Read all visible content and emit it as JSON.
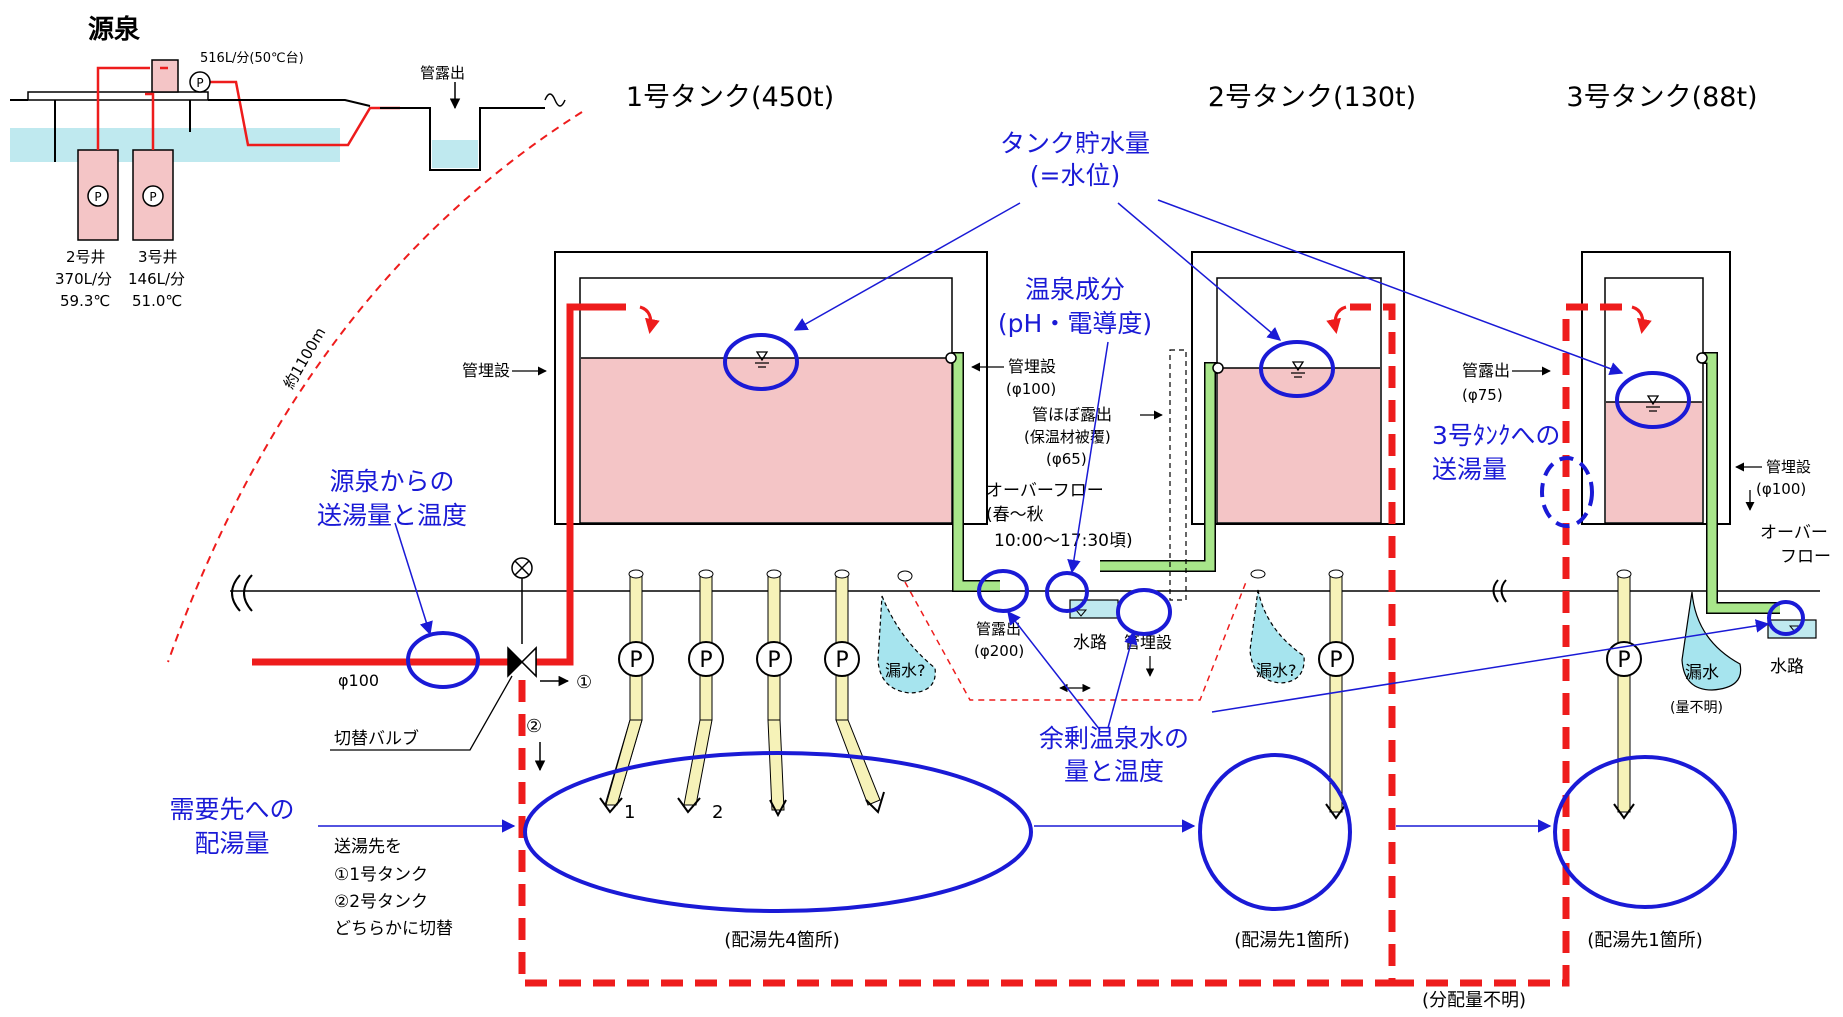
{
  "colors": {
    "hot_pipe": "#ee1c1c",
    "tank_water": "#f4c5c6",
    "insulated_pipe": "#a8e68a",
    "outflow_pipe": "#f6f2b8",
    "leak": "#a6e4ee",
    "river": "#bfe9ef",
    "annotation": "#1a1ad6"
  },
  "source": {
    "title": "源泉",
    "pump_flow": "516L/分(50℃台)",
    "exposed_pipe": "管露出",
    "well2_name": "2号井",
    "well2_flow": "370L/分",
    "well2_temp": "59.3℃",
    "well3_name": "3号井",
    "well3_flow": "146L/分",
    "well3_temp": "51.0℃",
    "distance": "約1100m"
  },
  "tanks": {
    "tank1": "1号タンク(450t)",
    "tank2": "2号タンク(130t)",
    "tank3": "3号タンク(88t)"
  },
  "pipe_labels": {
    "buried_left": "管埋設",
    "buried_100": "管埋設",
    "buried_100_dia": "(φ100)",
    "mostly_exposed": "管ほぼ露出",
    "insulated": "(保温材被覆)",
    "dia_65": "(φ65)",
    "exposed_75": "管露出",
    "dia_75": "(φ75)",
    "buried_right": "管埋設",
    "buried_right_dia": "(φ100)",
    "exposed_200": "管露出",
    "dia_200": "(φ200)",
    "buried_lower": "管埋設",
    "main_dia": "φ100"
  },
  "overflow": {
    "label": "オーバーフロー",
    "season": "(春～秋",
    "hours": "10:00～17:30頃)",
    "right_1": "オーバー",
    "right_2": "フロー"
  },
  "waterway": "水路",
  "leak": {
    "label": "漏水?",
    "label_3": "漏水",
    "unknown": "(量不明)"
  },
  "pump_symbol": "P",
  "valve": {
    "label": "切替バルブ",
    "dest1": "①",
    "dest2": "②"
  },
  "switch_note": [
    "送湯先を",
    "①1号タンク",
    "②2号タンク",
    "どちらかに切替"
  ],
  "outlet_numbers": [
    "1",
    "2"
  ],
  "destinations": {
    "tank1": "(配湯先4箇所)",
    "tank2": "(配湯先1箇所)",
    "tank3": "(配湯先1箇所)",
    "unknown_split": "(分配量不明)"
  },
  "annotations": {
    "storage_1": "タンク貯水量",
    "storage_2": "(=水位)",
    "components_1": "温泉成分",
    "components_2": "(pH・電導度)",
    "supply_1": "源泉からの",
    "supply_2": "送湯量と温度",
    "to_tank3_1": "3号ﾀﾝｸへの",
    "to_tank3_2": "送湯量",
    "surplus_1": "余剰温泉水の",
    "surplus_2": "量と温度",
    "demand_1": "需要先への",
    "demand_2": "配湯量"
  }
}
